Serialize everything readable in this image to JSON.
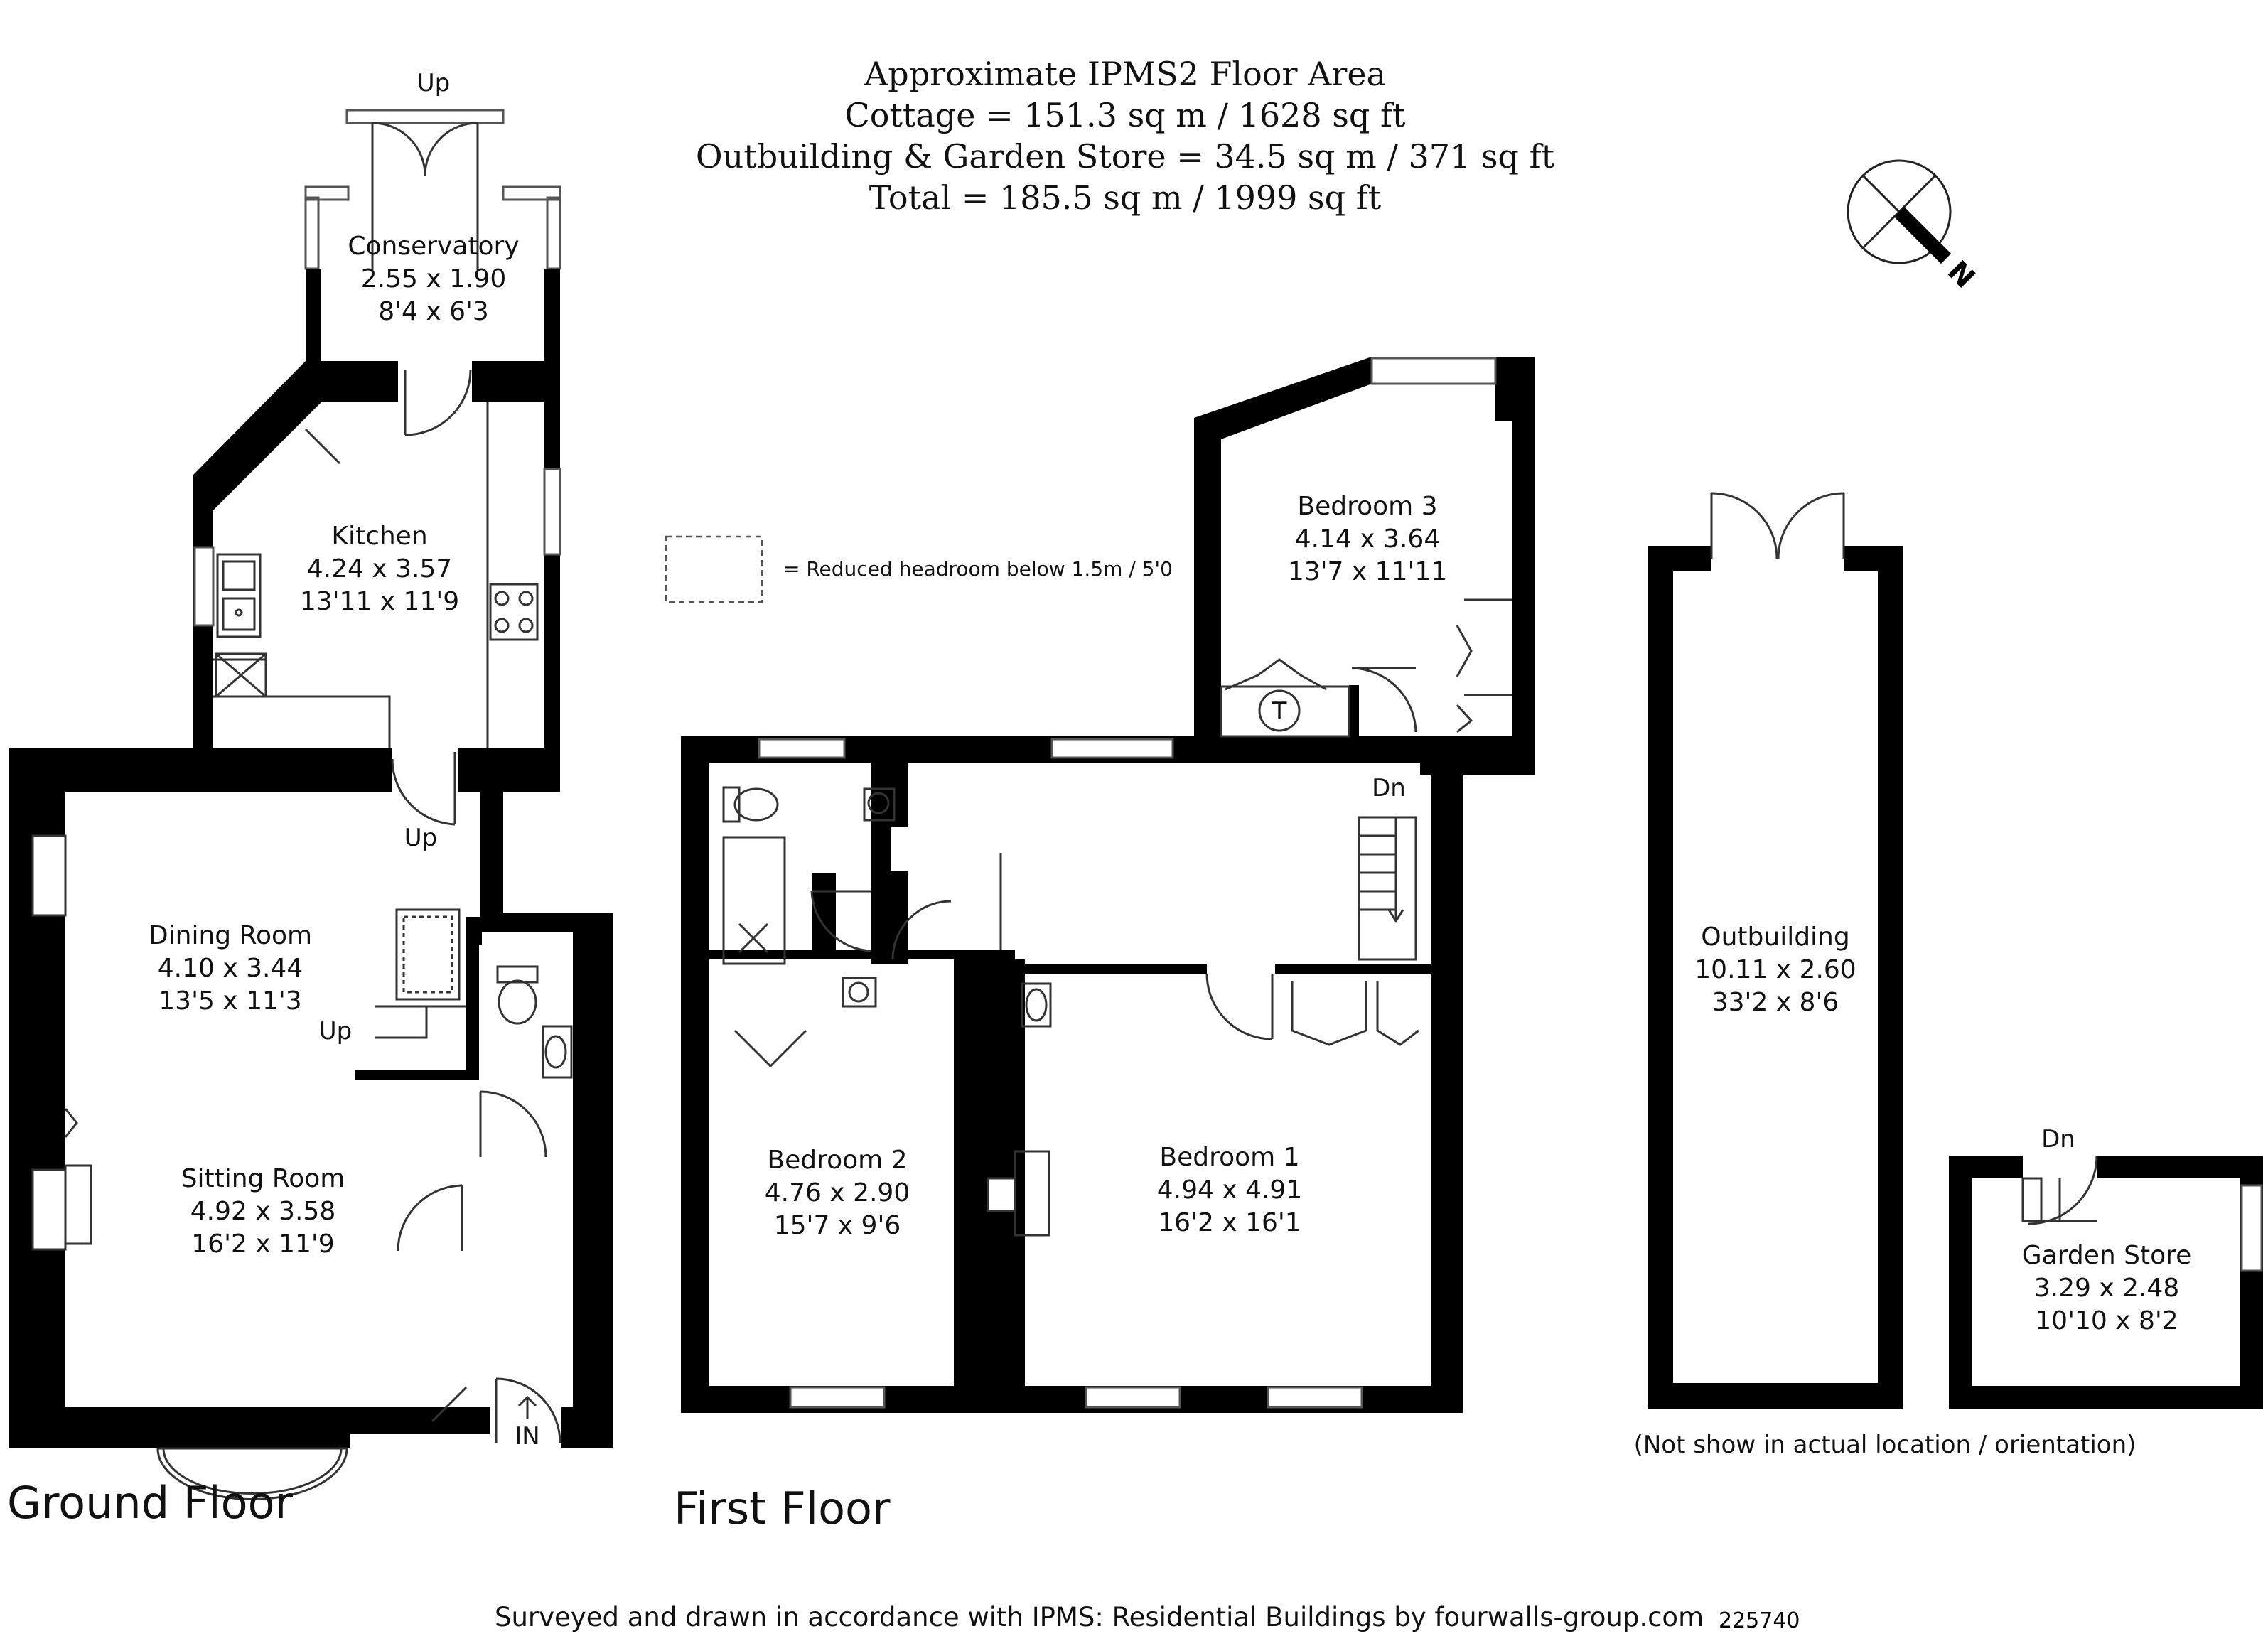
{
  "header": {
    "line1": "Approximate IPMS2 Floor Area",
    "line2": "Cottage = 151.3 sq m / 1628 sq ft",
    "line3": "Outbuilding & Garden Store = 34.5 sq m / 371  sq ft",
    "line4": "Total = 185.5 sq m / 1999 sq ft"
  },
  "compass": {
    "label": "N"
  },
  "legend": {
    "text": "= Reduced headroom below 1.5m / 5'0"
  },
  "floors": {
    "ground": "Ground Floor",
    "first": "First Floor"
  },
  "rooms": {
    "conservatory": {
      "name": "Conservatory",
      "metric": "2.55 x 1.90",
      "imperial": "8'4 x 6'3"
    },
    "kitchen": {
      "name": "Kitchen",
      "metric": "4.24 x 3.57",
      "imperial": "13'11 x 11'9"
    },
    "dining": {
      "name": "Dining Room",
      "metric": "4.10 x 3.44",
      "imperial": "13'5 x 11'3"
    },
    "sitting": {
      "name": "Sitting Room",
      "metric": "4.92 x 3.58",
      "imperial": "16'2 x 11'9"
    },
    "bedroom3": {
      "name": "Bedroom 3",
      "metric": "4.14 x 3.64",
      "imperial": "13'7 x 11'11"
    },
    "bedroom2": {
      "name": "Bedroom 2",
      "metric": "4.76 x 2.90",
      "imperial": "15'7 x 9'6"
    },
    "bedroom1": {
      "name": "Bedroom 1",
      "metric": "4.94 x 4.91",
      "imperial": "16'2 x 16'1"
    },
    "outbuilding": {
      "name": "Outbuilding",
      "metric": "10.11 x 2.60",
      "imperial": "33'2 x 8'6"
    },
    "gardenstore": {
      "name": "Garden Store",
      "metric": "3.29 x 2.48",
      "imperial": "10'10 x 8'2"
    }
  },
  "markers": {
    "up_conservatory": "Up",
    "up_dining": "Up",
    "up_stairs": "Up",
    "in": "IN",
    "dn_first": "Dn",
    "dn_store": "Dn",
    "tank": "T"
  },
  "notes": {
    "orientation": "(Not show in actual location / orientation)"
  },
  "footer": {
    "text": "Surveyed and drawn in accordance with IPMS: Residential Buildings by fourwalls-group.com",
    "ref": "225740"
  }
}
